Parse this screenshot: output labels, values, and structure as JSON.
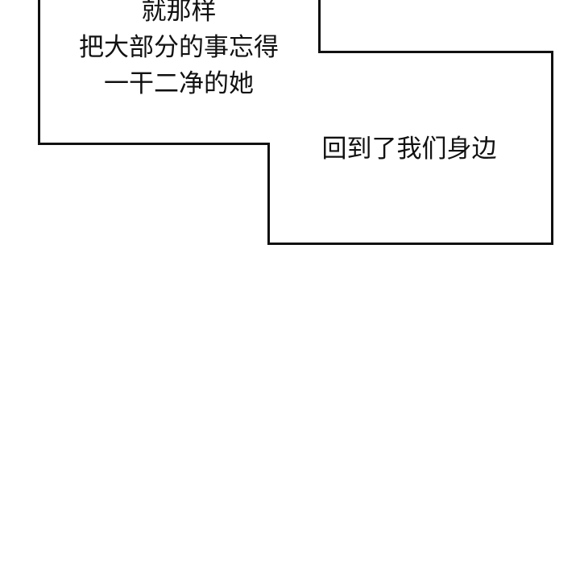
{
  "panel": {
    "background": "#ffffff",
    "border_color": "#111111"
  },
  "caption_box_1": {
    "lines": [
      "就那样",
      "把大部分的事忘得",
      "一干二净的她"
    ]
  },
  "caption_box_2": {
    "lines": [
      "回到了我们身边"
    ]
  }
}
